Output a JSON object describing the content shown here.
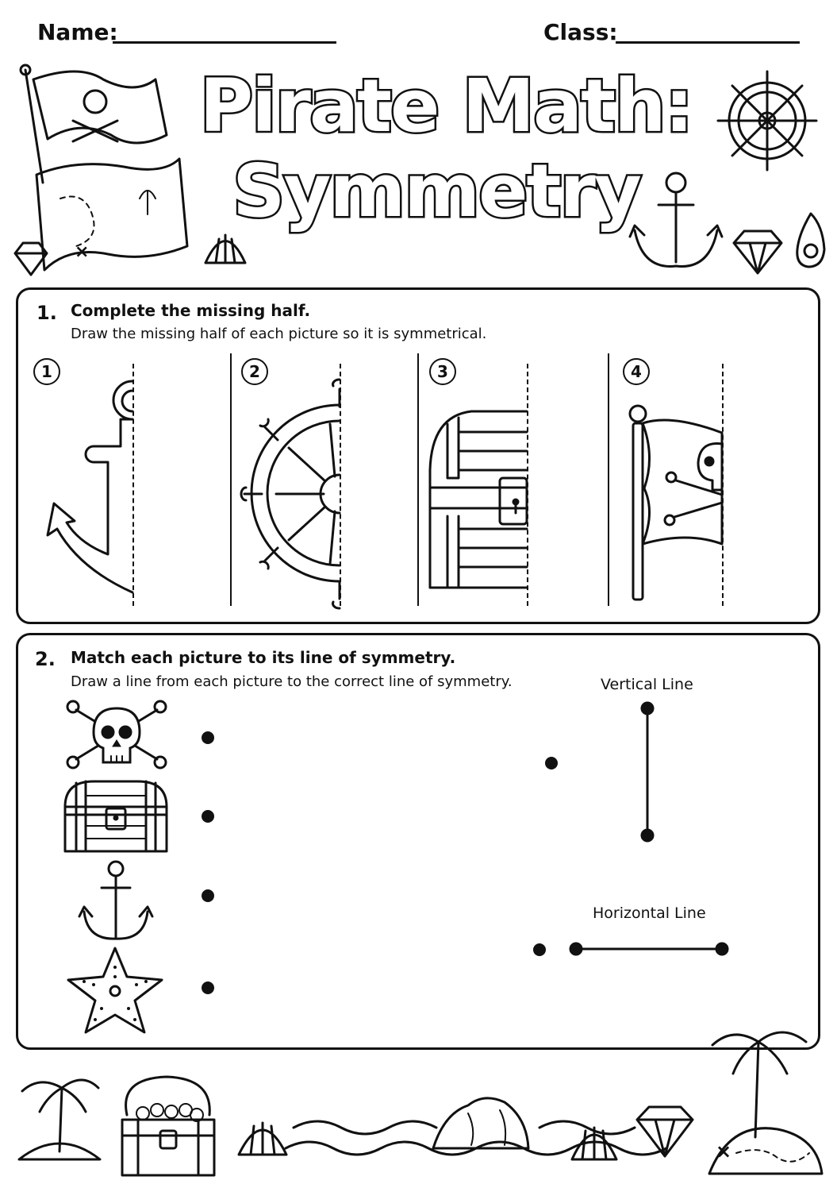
{
  "header": {
    "name_label": "Name:",
    "class_label": "Class:"
  },
  "title": {
    "line1": "Pirate Math:",
    "line2": "Symmetry"
  },
  "section1": {
    "number": "1.",
    "title": "Complete the missing half.",
    "instruction": "Draw the missing half of each picture so it is symmetrical.",
    "items": [
      {
        "number": "1",
        "picture": "anchor-half"
      },
      {
        "number": "2",
        "picture": "ship-wheel-half"
      },
      {
        "number": "3",
        "picture": "treasure-chest-half"
      },
      {
        "number": "4",
        "picture": "pirate-flag-half"
      }
    ]
  },
  "section2": {
    "number": "2.",
    "title": "Match each picture to its line of symmetry.",
    "instruction": "Draw a line from each picture to the correct line of symmetry.",
    "pictures": [
      "skull-crossbones",
      "treasure-chest",
      "anchor",
      "starfish"
    ],
    "vertical_label": "Vertical Line",
    "horizontal_label": "Horizontal Line"
  }
}
